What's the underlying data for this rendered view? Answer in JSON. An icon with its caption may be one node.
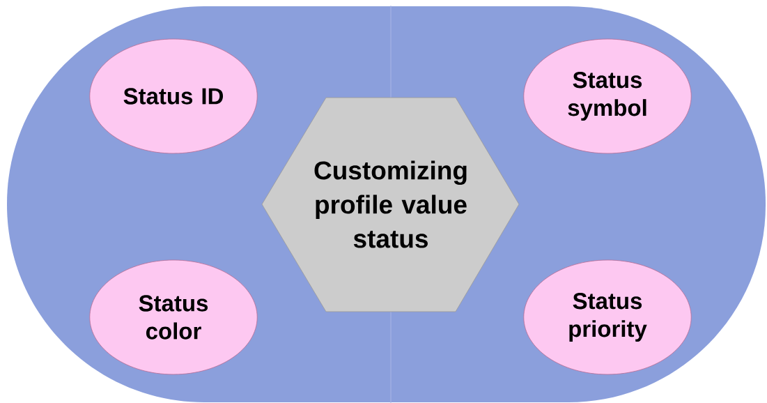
{
  "diagram": {
    "nodes": [
      {
        "text": [],
        "shape": "band"
      },
      {
        "text": [
          "Status ID"
        ],
        "in": 0
      },
      {
        "text": [
          "Status symbol"
        ],
        "in": 0
      },
      {
        "text": [
          "Customizing profile value status"
        ],
        "in": 0
      },
      {
        "text": [
          "Status color"
        ],
        "in": 0
      },
      {
        "text": [
          "Status priority"
        ],
        "in": 0
      }
    ],
    "edges": []
  }
}
